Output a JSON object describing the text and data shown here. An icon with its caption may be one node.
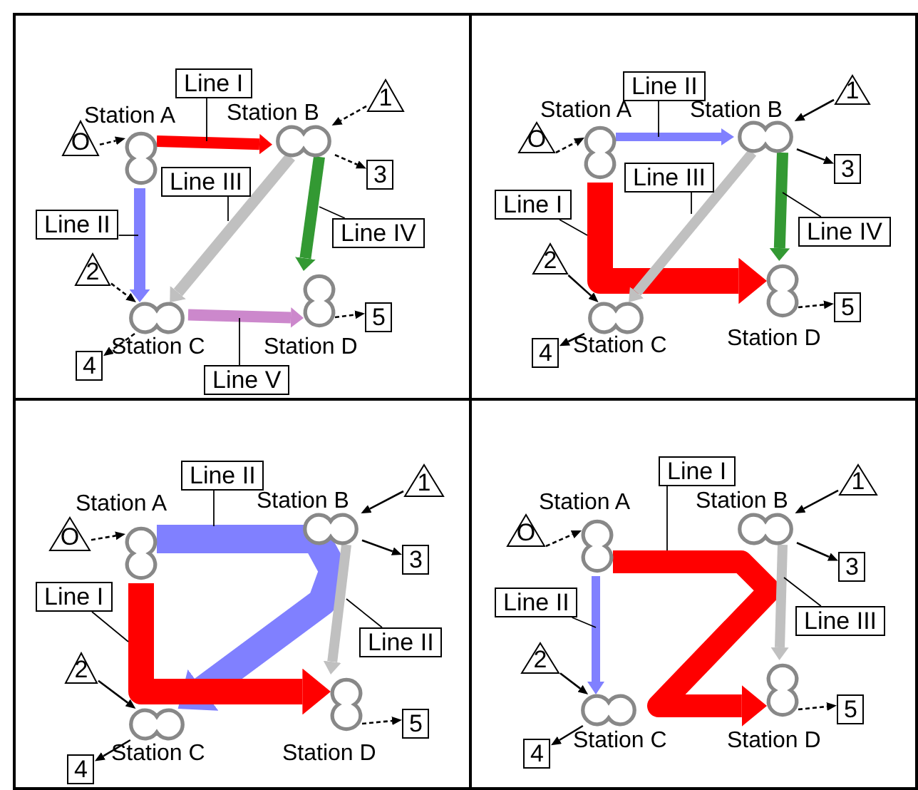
{
  "diagram": {
    "nodes": [
      {
        "text": [],
        "shape": "box"
      },
      {
        "text": [
          "O"
        ],
        "in": 0
      },
      {
        "text": [
          "Station A"
        ],
        "in": 0
      },
      {
        "text": [
          "Station B"
        ],
        "in": 0
      },
      {
        "text": [
          "1"
        ],
        "in": 0
      },
      {
        "text": [
          "3"
        ],
        "in": 0
      },
      {
        "text": [
          "2"
        ],
        "in": 0
      },
      {
        "text": [
          "Station C"
        ],
        "in": 0
      },
      {
        "text": [
          "4"
        ],
        "in": 0
      },
      {
        "text": [
          "Station D"
        ],
        "in": 0
      },
      {
        "text": [
          "5"
        ],
        "in": 0
      },
      {
        "text": [
          "Line I"
        ],
        "in": 0
      },
      {
        "text": [
          "Line III"
        ],
        "in": 0
      },
      {
        "text": [
          "Line II"
        ],
        "in": 0
      },
      {
        "text": [
          "Line IV"
        ],
        "in": 0
      },
      {
        "text": [
          "Line V"
        ],
        "in": 0
      },
      {
        "text": [],
        "shape": "box"
      },
      {
        "text": [
          "O"
        ],
        "in": 16
      },
      {
        "text": [
          "Station A"
        ],
        "in": 16
      },
      {
        "text": [
          "Station B"
        ],
        "in": 16
      },
      {
        "text": [
          "1"
        ],
        "in": 16
      },
      {
        "text": [
          "3"
        ],
        "in": 16
      },
      {
        "text": [
          "2"
        ],
        "in": 16
      },
      {
        "text": [
          "Station C"
        ],
        "in": 16
      },
      {
        "text": [
          "4"
        ],
        "in": 16
      },
      {
        "text": [
          "Station D"
        ],
        "in": 16
      },
      {
        "text": [
          "5"
        ],
        "in": 16
      },
      {
        "text": [
          "Line II"
        ],
        "in": 16
      },
      {
        "text": [
          "Line III"
        ],
        "in": 16
      },
      {
        "text": [
          "Line I"
        ],
        "in": 16
      },
      {
        "text": [
          "Line IV"
        ],
        "in": 16
      },
      {
        "text": [],
        "shape": "box"
      },
      {
        "text": [
          "O"
        ],
        "in": 31
      },
      {
        "text": [
          "Station A"
        ],
        "in": 31
      },
      {
        "text": [
          "Station B"
        ],
        "in": 31
      },
      {
        "text": [
          "1"
        ],
        "in": 31
      },
      {
        "text": [
          "3"
        ],
        "in": 31
      },
      {
        "text": [
          "2"
        ],
        "in": 31
      },
      {
        "text": [
          "Station C"
        ],
        "in": 31
      },
      {
        "text": [
          "4"
        ],
        "in": 31
      },
      {
        "text": [
          "Station D"
        ],
        "in": 31
      },
      {
        "text": [
          "5"
        ],
        "in": 31
      },
      {
        "text": [
          "Line II"
        ],
        "in": 31
      },
      {
        "text": [
          "Line I"
        ],
        "in": 31
      },
      {
        "text": [
          "Line II"
        ],
        "in": 31
      },
      {
        "text": [],
        "shape": "box"
      },
      {
        "text": [
          "O"
        ],
        "in": 45
      },
      {
        "text": [
          "Station A"
        ],
        "in": 45
      },
      {
        "text": [
          "Station B"
        ],
        "in": 45
      },
      {
        "text": [
          "1"
        ],
        "in": 45
      },
      {
        "text": [
          "3"
        ],
        "in": 45
      },
      {
        "text": [
          "2"
        ],
        "in": 45
      },
      {
        "text": [
          "Station C"
        ],
        "in": 45
      },
      {
        "text": [
          "4"
        ],
        "in": 45
      },
      {
        "text": [
          "Station D"
        ],
        "in": 45
      },
      {
        "text": [
          "5"
        ],
        "in": 45
      },
      {
        "text": [
          "Line I"
        ],
        "in": 45
      },
      {
        "text": [
          "Line II"
        ],
        "in": 45
      },
      {
        "text": [
          "Line III"
        ],
        "in": 45
      }
    ],
    "edges": [
      {
        "from": 1,
        "to": 2,
        "arrow": "to",
        "style": "dashed"
      },
      {
        "from": 4,
        "to": 3,
        "arrow": "to",
        "style": "dashed"
      },
      {
        "from": 3,
        "to": 5,
        "arrow": "to",
        "style": "dashed"
      },
      {
        "from": 6,
        "to": 7,
        "arrow": "to",
        "style": "dashed"
      },
      {
        "from": 7,
        "to": 8,
        "arrow": "to",
        "style": "dashed"
      },
      {
        "from": 9,
        "to": 10,
        "arrow": "to",
        "style": "dashed"
      },
      {
        "from": 2,
        "to": 3,
        "arrow": "to",
        "style": "thick",
        "color": "#ff0000"
      },
      {
        "from": 2,
        "to": 7,
        "arrow": "to",
        "style": "thick",
        "color": "#8080ff"
      },
      {
        "from": 3,
        "to": 7,
        "arrow": "to",
        "style": "thick",
        "color": "#c0c0c0"
      },
      {
        "from": 3,
        "to": 9,
        "arrow": "to",
        "style": "thick",
        "color": "#339933"
      },
      {
        "from": 7,
        "to": 9,
        "arrow": "to",
        "style": "thick",
        "color": "#cc88cc"
      },
      {
        "from": 11,
        "to": null,
        "arrow": "none"
      },
      {
        "from": 12,
        "to": null,
        "arrow": "none"
      },
      {
        "from": 13,
        "to": null,
        "arrow": "none"
      },
      {
        "from": 14,
        "to": null,
        "arrow": "none"
      },
      {
        "from": 15,
        "to": null,
        "arrow": "none"
      },
      {
        "from": 17,
        "to": 18,
        "arrow": "to",
        "style": "dashed"
      },
      {
        "from": 20,
        "to": 19,
        "arrow": "to"
      },
      {
        "from": 19,
        "to": 21,
        "arrow": "to"
      },
      {
        "from": 22,
        "to": 23,
        "arrow": "to"
      },
      {
        "from": 23,
        "to": 24,
        "arrow": "to"
      },
      {
        "from": 25,
        "to": 26,
        "arrow": "to",
        "style": "dashed"
      },
      {
        "from": 18,
        "to": 19,
        "arrow": "to",
        "style": "thick",
        "color": "#8080ff"
      },
      {
        "from": 18,
        "to": 25,
        "arrow": "to",
        "style": "thick",
        "color": "#ff0000"
      },
      {
        "from": 19,
        "to": 23,
        "arrow": "to",
        "style": "thick",
        "color": "#c0c0c0"
      },
      {
        "from": 19,
        "to": 25,
        "arrow": "to",
        "style": "thick",
        "color": "#339933"
      },
      {
        "from": 27,
        "to": null,
        "arrow": "none"
      },
      {
        "from": 28,
        "to": null,
        "arrow": "none"
      },
      {
        "from": 29,
        "to": null,
        "arrow": "none"
      },
      {
        "from": 30,
        "to": null,
        "arrow": "none"
      },
      {
        "from": 32,
        "to": 33,
        "arrow": "to",
        "style": "dashed"
      },
      {
        "from": 35,
        "to": 34,
        "arrow": "to"
      },
      {
        "from": 34,
        "to": 36,
        "arrow": "to"
      },
      {
        "from": 37,
        "to": 38,
        "arrow": "to"
      },
      {
        "from": 38,
        "to": 39,
        "arrow": "to"
      },
      {
        "from": 40,
        "to": 41,
        "arrow": "to",
        "style": "dashed"
      },
      {
        "from": 33,
        "to": 38,
        "arrow": "to",
        "style": "thick",
        "color": "#8080ff"
      },
      {
        "from": 33,
        "to": 40,
        "arrow": "to",
        "style": "thick",
        "color": "#ff0000"
      },
      {
        "from": 34,
        "to": 40,
        "arrow": "to",
        "style": "thick",
        "color": "#c0c0c0"
      },
      {
        "from": 42,
        "to": null,
        "arrow": "none"
      },
      {
        "from": 43,
        "to": null,
        "arrow": "none"
      },
      {
        "from": 44,
        "to": null,
        "arrow": "none"
      },
      {
        "from": 46,
        "to": 47,
        "arrow": "to",
        "style": "dashed"
      },
      {
        "from": 49,
        "to": 48,
        "arrow": "to"
      },
      {
        "from": 48,
        "to": 50,
        "arrow": "to"
      },
      {
        "from": 51,
        "to": 52,
        "arrow": "to"
      },
      {
        "from": 52,
        "to": 53,
        "arrow": "to"
      },
      {
        "from": 54,
        "to": 55,
        "arrow": "to",
        "style": "dashed"
      },
      {
        "from": 47,
        "to": 54,
        "arrow": "to",
        "style": "thick",
        "color": "#ff0000"
      },
      {
        "from": 47,
        "to": 52,
        "arrow": "to",
        "style": "thick",
        "color": "#8080ff"
      },
      {
        "from": 48,
        "to": 54,
        "arrow": "to",
        "style": "thick",
        "color": "#c0c0c0"
      },
      {
        "from": 56,
        "to": null,
        "arrow": "none"
      },
      {
        "from": 57,
        "to": null,
        "arrow": "none"
      },
      {
        "from": 58,
        "to": null,
        "arrow": "none"
      }
    ]
  }
}
